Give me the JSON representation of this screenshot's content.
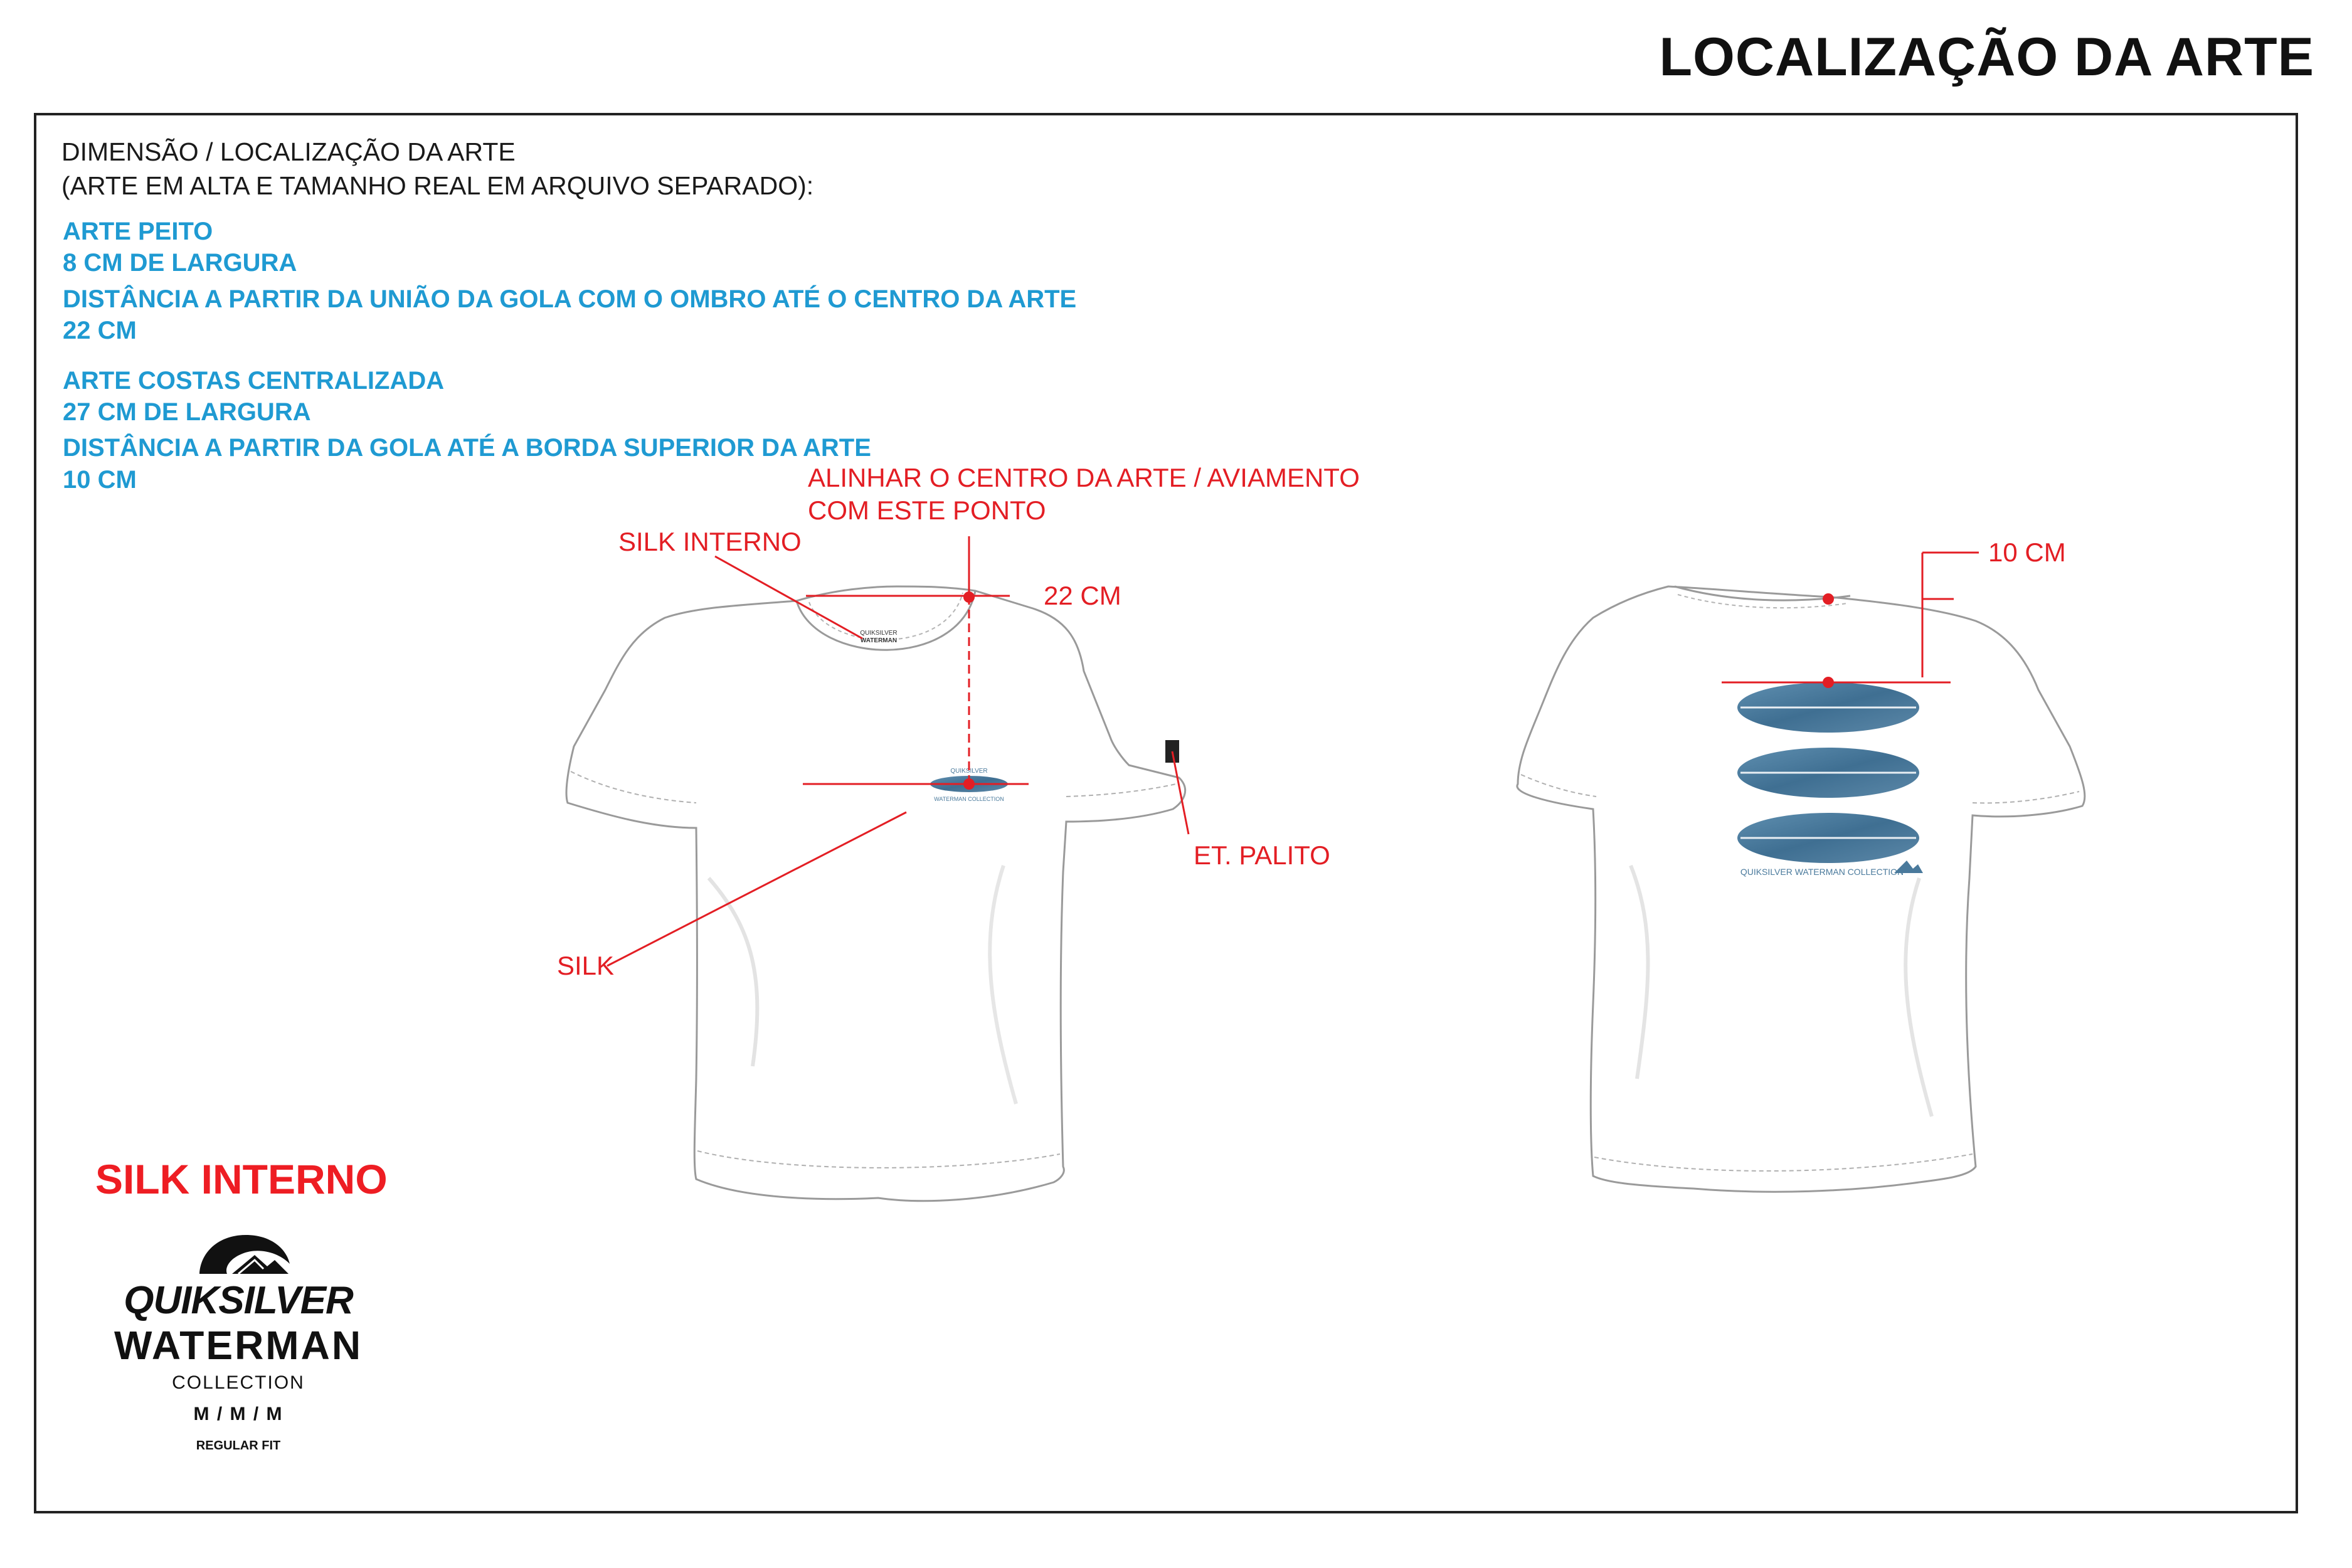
{
  "title": "LOCALIZAÇÃO DA ARTE",
  "header": {
    "line1": "DIMENSÃO / LOCALIZAÇÃO DA ARTE",
    "line2": "(ARTE EM ALTA E TAMANHO REAL EM ARQUIVO SEPARADO):"
  },
  "chest": {
    "name": "ARTE PEITO",
    "width": "8 CM DE LARGURA",
    "distance_label": "DISTÂNCIA A PARTIR DA UNIÃO DA GOLA COM O OMBRO ATÉ O CENTRO DA ARTE",
    "distance_value": "22 CM"
  },
  "back": {
    "name": "ARTE COSTAS CENTRALIZADA",
    "width": "27 CM DE LARGURA",
    "distance_label": "DISTÂNCIA A PARTIR DA GOLA ATÉ A BORDA SUPERIOR DA ARTE",
    "distance_value": "10 CM"
  },
  "annotations": {
    "align_line1": "ALINHAR O CENTRO DA ARTE / AVIAMENTO",
    "align_line2": "COM ESTE PONTO",
    "silk_interno": "SILK INTERNO",
    "measure_front": "22 CM",
    "et_palito": "ET. PALITO",
    "silk": "SILK",
    "measure_back": "10 CM"
  },
  "label_section": {
    "heading": "SILK INTERNO",
    "brand": "QUIKSILVER",
    "line": "WATERMAN",
    "collection": "COLLECTION",
    "size": "M / M / M",
    "fit": "REGULAR FIT"
  },
  "colors": {
    "annotation_red": "#e31e24",
    "spec_blue": "#1f9ad2",
    "shirt_white": "#ffffff",
    "art_blue": "#4a7a9c"
  },
  "icons": {
    "brand_logo": "quiksilver-wave-mountain-icon"
  }
}
